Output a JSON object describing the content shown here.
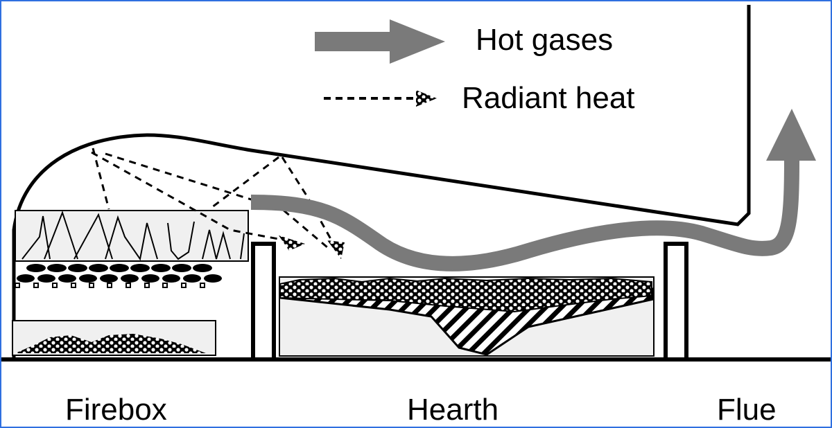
{
  "legend": {
    "hot_gases": "Hot gases",
    "radiant_heat": "Radiant heat"
  },
  "labels": {
    "firebox": "Firebox",
    "hearth": "Hearth",
    "flue": "Flue"
  },
  "colors": {
    "gas_arrow": "#7a7a7a",
    "outline": "#000000",
    "panel_fill": "#f0f0f0",
    "frame": "#2f6fe0"
  }
}
